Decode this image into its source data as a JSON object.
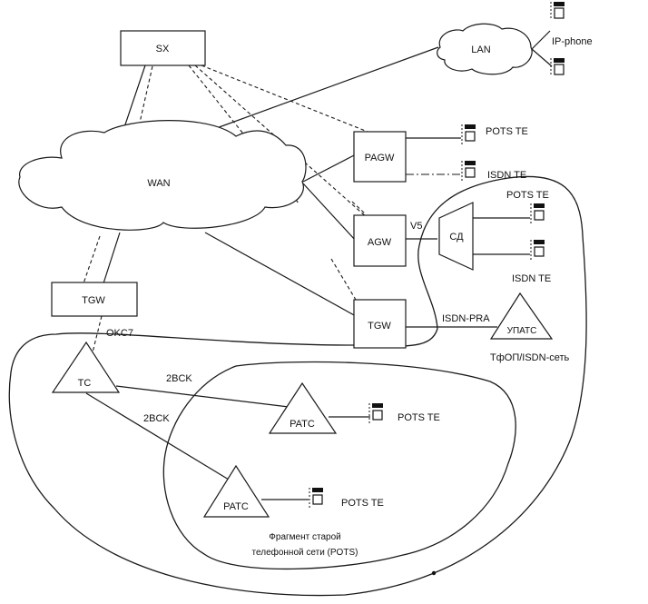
{
  "diagram": {
    "nodes": {
      "sx": "SX",
      "wan": "WAN",
      "lan": "LAN",
      "pagw": "PAGW",
      "agw": "AGW",
      "tgw_right": "TGW",
      "tgw_left": "TGW",
      "sd": "СД",
      "upats": "УПАТС",
      "tc": "TC",
      "ratc_upper": "PATC",
      "ratc_lower": "PATC"
    },
    "terminals": {
      "ip_phone": "IP-phone",
      "pots_te_pagw": "POTS TE",
      "isdn_te_pagw": "ISDN TE",
      "pots_te_sd": "POTS TE",
      "isdn_te_sd": "ISDN TE",
      "pots_te_ratc_upper": "POTS TE",
      "pots_te_ratc_lower": "POTS TE"
    },
    "link_labels": {
      "v5": "V5",
      "isdn_pra": "ISDN-PRA",
      "okc7": "OKC7",
      "2vsk_upper": "2BCK",
      "2vsk_lower": "2BCK"
    },
    "region_labels": {
      "pstn_isdn": "ТфОП/ISDN-сеть",
      "pots_fragment_line1": "Фрагмент  старой",
      "pots_fragment_line2": "телефонной сети (POTS)"
    }
  }
}
